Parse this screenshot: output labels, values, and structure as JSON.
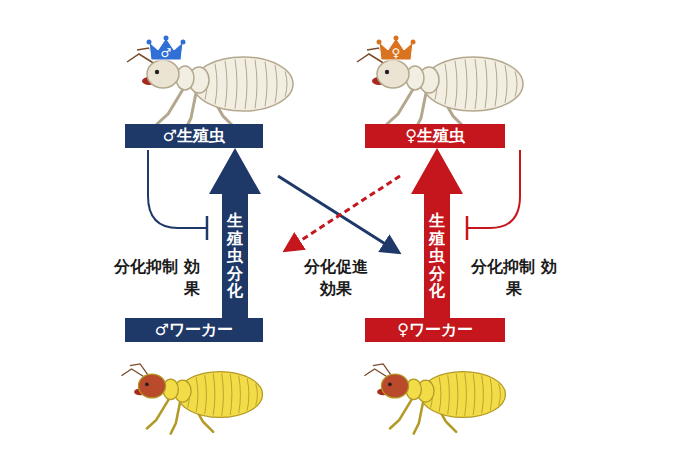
{
  "diagram": {
    "nodes": [
      {
        "text": [
          "♂生殖虫"
        ]
      },
      {
        "text": [
          "♀生殖虫"
        ]
      },
      {
        "text": [
          "♂ワーカー"
        ]
      },
      {
        "text": [
          "♀ワーカー"
        ]
      }
    ],
    "edges": [
      {
        "from": 2,
        "to": 0,
        "arrow": "to",
        "label": "生殖虫分化"
      },
      {
        "from": 3,
        "to": 1,
        "arrow": "to",
        "label": "生殖虫分化"
      }
    ],
    "labels": [
      "♂",
      "♀",
      "分化抑制 効果",
      "分化促進 効果",
      "分化抑制 効果"
    ]
  }
}
